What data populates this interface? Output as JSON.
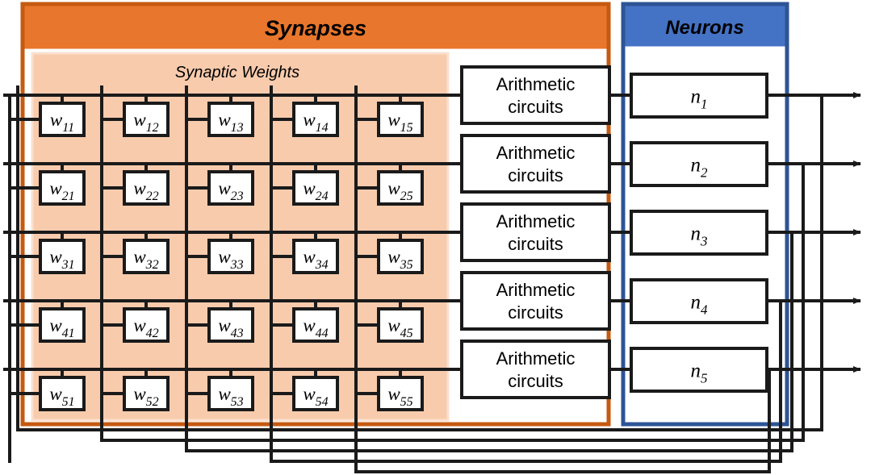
{
  "diagram": {
    "title_synapses": "Synapses",
    "title_neurons": "Neurons",
    "subtitle_synaptic_weights": "Synaptic Weights",
    "colors": {
      "synapses_header_fill": "#E8762C",
      "synapses_border": "#C55A11",
      "weights_panel_fill": "#F8CBAD",
      "neurons_header_fill": "#4472C4",
      "neurons_border": "#2E5496",
      "line": "#1A1A1A",
      "box_fill": "#FFFFFF"
    },
    "grid": {
      "rows": 5,
      "cols": 5
    },
    "weights": [
      [
        "w",
        "11"
      ],
      [
        "w",
        "12"
      ],
      [
        "w",
        "13"
      ],
      [
        "w",
        "14"
      ],
      [
        "w",
        "15"
      ],
      [
        "w",
        "21"
      ],
      [
        "w",
        "22"
      ],
      [
        "w",
        "23"
      ],
      [
        "w",
        "24"
      ],
      [
        "w",
        "25"
      ],
      [
        "w",
        "31"
      ],
      [
        "w",
        "32"
      ],
      [
        "w",
        "33"
      ],
      [
        "w",
        "34"
      ],
      [
        "w",
        "35"
      ],
      [
        "w",
        "41"
      ],
      [
        "w",
        "42"
      ],
      [
        "w",
        "43"
      ],
      [
        "w",
        "44"
      ],
      [
        "w",
        "45"
      ],
      [
        "w",
        "51"
      ],
      [
        "w",
        "52"
      ],
      [
        "w",
        "53"
      ],
      [
        "w",
        "54"
      ],
      [
        "w",
        "55"
      ]
    ],
    "weight_rows": [
      {
        "cells": [
          {
            "base": "w",
            "sub": "11"
          },
          {
            "base": "w",
            "sub": "12"
          },
          {
            "base": "w",
            "sub": "13"
          },
          {
            "base": "w",
            "sub": "14"
          },
          {
            "base": "w",
            "sub": "15"
          }
        ]
      },
      {
        "cells": [
          {
            "base": "w",
            "sub": "21"
          },
          {
            "base": "w",
            "sub": "22"
          },
          {
            "base": "w",
            "sub": "23"
          },
          {
            "base": "w",
            "sub": "24"
          },
          {
            "base": "w",
            "sub": "25"
          }
        ]
      },
      {
        "cells": [
          {
            "base": "w",
            "sub": "31"
          },
          {
            "base": "w",
            "sub": "32"
          },
          {
            "base": "w",
            "sub": "33"
          },
          {
            "base": "w",
            "sub": "34"
          },
          {
            "base": "w",
            "sub": "35"
          }
        ]
      },
      {
        "cells": [
          {
            "base": "w",
            "sub": "41"
          },
          {
            "base": "w",
            "sub": "42"
          },
          {
            "base": "w",
            "sub": "43"
          },
          {
            "base": "w",
            "sub": "44"
          },
          {
            "base": "w",
            "sub": "45"
          }
        ]
      },
      {
        "cells": [
          {
            "base": "w",
            "sub": "51"
          },
          {
            "base": "w",
            "sub": "52"
          },
          {
            "base": "w",
            "sub": "53"
          },
          {
            "base": "w",
            "sub": "54"
          },
          {
            "base": "w",
            "sub": "55"
          }
        ]
      }
    ],
    "arithmetic_blocks": [
      {
        "line1": "Arithmetic",
        "line2": "circuits"
      },
      {
        "line1": "Arithmetic",
        "line2": "circuits"
      },
      {
        "line1": "Arithmetic",
        "line2": "circuits"
      },
      {
        "line1": "Arithmetic",
        "line2": "circuits"
      },
      {
        "line1": "Arithmetic",
        "line2": "circuits"
      }
    ],
    "neurons": [
      {
        "base": "n",
        "sub": "1"
      },
      {
        "base": "n",
        "sub": "2"
      },
      {
        "base": "n",
        "sub": "3"
      },
      {
        "base": "n",
        "sub": "4"
      },
      {
        "base": "n",
        "sub": "5"
      }
    ]
  }
}
